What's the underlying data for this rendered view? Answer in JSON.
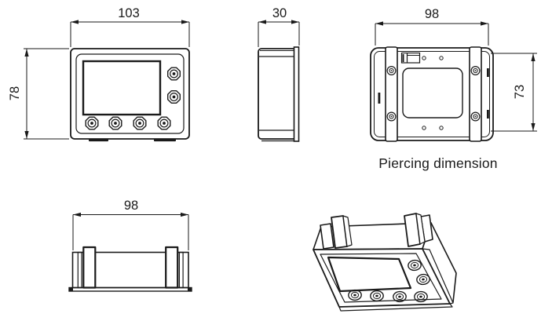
{
  "dimensions": {
    "front_width": "103",
    "front_height": "78",
    "side_depth": "30",
    "piercing_width": "98",
    "piercing_height": "73",
    "bottom_width": "98"
  },
  "captions": {
    "piercing": "Piercing dimension"
  },
  "colors": {
    "line": "#1a1a1a",
    "background": "#ffffff"
  }
}
